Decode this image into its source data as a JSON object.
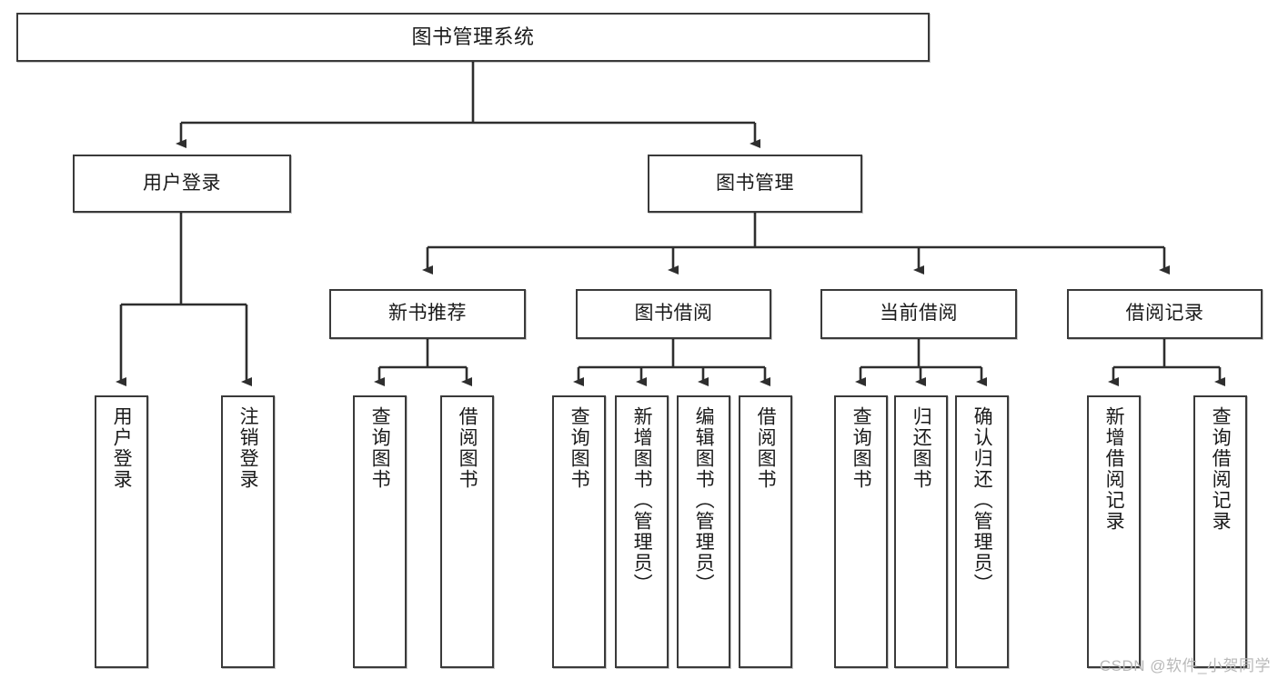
{
  "diagram": {
    "title": "图书管理系统",
    "watermark": "CSDN @软件_小贺同学",
    "colors": {
      "box_border": "#3a3a3a",
      "box_fill": "#ffffff",
      "connector": "#2e2e2e",
      "text": "#1a1a1a",
      "watermark": "#b9b9b9"
    },
    "root": {
      "label": "图书管理系统"
    },
    "level1": [
      {
        "label": "用户登录"
      },
      {
        "label": "图书管理"
      }
    ],
    "level2": [
      {
        "label": "新书推荐"
      },
      {
        "label": "图书借阅"
      },
      {
        "label": "当前借阅"
      },
      {
        "label": "借阅记录"
      }
    ],
    "leaves": {
      "user_login": [
        {
          "label": "用户登录"
        },
        {
          "label": "注销登录"
        }
      ],
      "new_book_recommend": [
        {
          "label": "查询图书"
        },
        {
          "label": "借阅图书"
        }
      ],
      "book_borrow": [
        {
          "label": "查询图书"
        },
        {
          "label": "新增图书（管理员）"
        },
        {
          "label": "编辑图书（管理员）"
        },
        {
          "label": "借阅图书"
        }
      ],
      "current_borrow": [
        {
          "label": "查询图书"
        },
        {
          "label": "归还图书"
        },
        {
          "label": "确认归还（管理员）"
        }
      ],
      "borrow_records": [
        {
          "label": "新增借阅记录"
        },
        {
          "label": "查询借阅记录"
        }
      ]
    }
  }
}
